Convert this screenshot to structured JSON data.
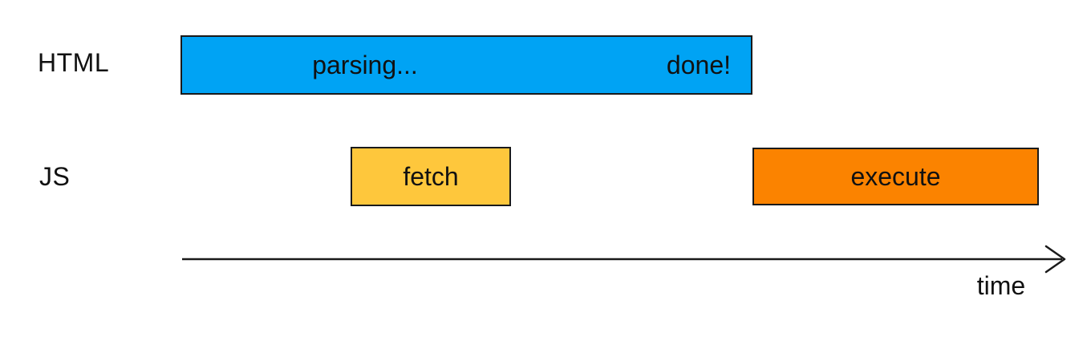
{
  "diagram": {
    "rows": {
      "html": {
        "label": "HTML"
      },
      "js": {
        "label": "JS"
      }
    },
    "bars": {
      "parsing": {
        "label_left": "parsing...",
        "label_right": "done!"
      },
      "fetch": {
        "label": "fetch"
      },
      "execute": {
        "label": "execute"
      }
    },
    "axis": {
      "label": "time"
    }
  },
  "colors": {
    "parsing_bar": "#00A3F4",
    "fetch_bar": "#FEC73C",
    "execute_bar": "#FB8300",
    "border": "#1A1A1A",
    "text": "#111111",
    "background": "#FFFFFF"
  }
}
